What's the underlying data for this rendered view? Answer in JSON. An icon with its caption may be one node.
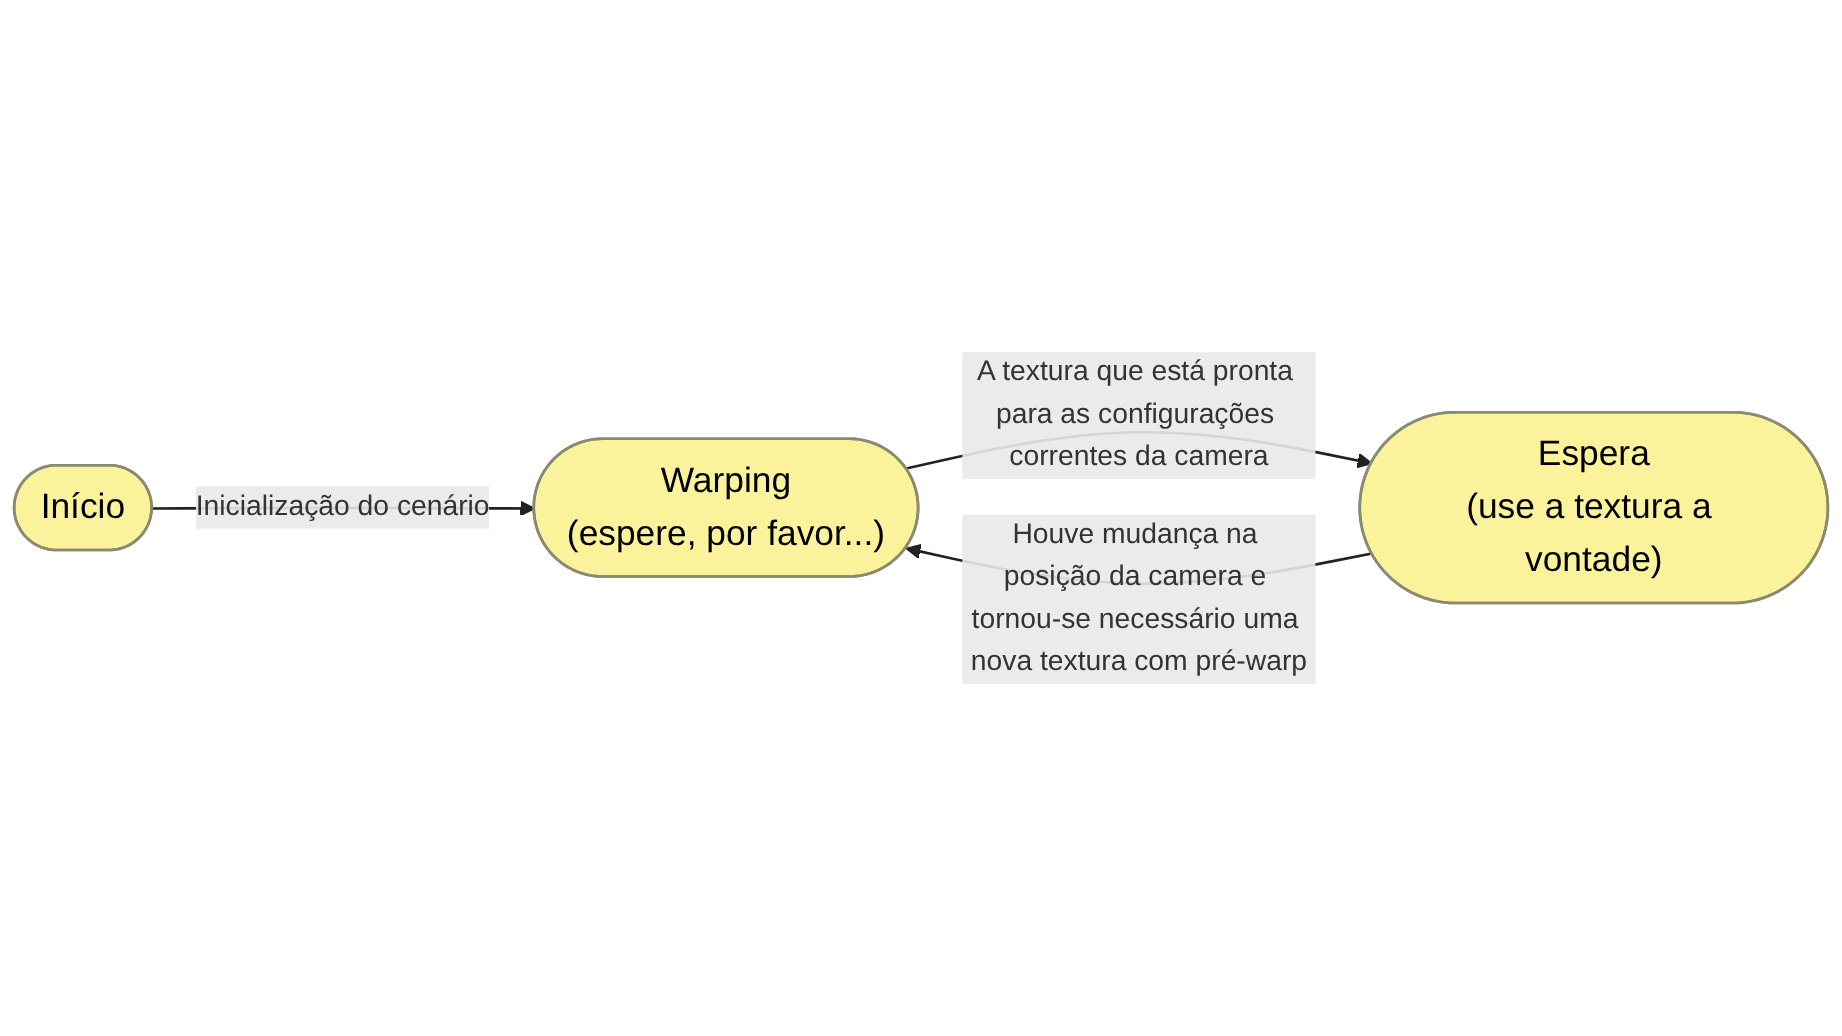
{
  "diagram": {
    "nodes": [
      {
        "text": [
          "Início"
        ]
      },
      {
        "text": [
          "Warping",
          "(espere, por favor...)"
        ]
      },
      {
        "text": [
          "Espera",
          "(use a textura a vontade)"
        ]
      }
    ],
    "edges": [
      {
        "from": 0,
        "to": 1,
        "arrow": "to",
        "label": "Inicialização do cenário"
      },
      {
        "from": 1,
        "to": 2,
        "arrow": "to",
        "label": "A textura que está pronta para as configurações correntes da camera"
      },
      {
        "from": 2,
        "to": 1,
        "arrow": "to",
        "label": "Houve mudança na posição da camera e tornou-se necessário uma nova textura com pré-warp"
      }
    ]
  }
}
